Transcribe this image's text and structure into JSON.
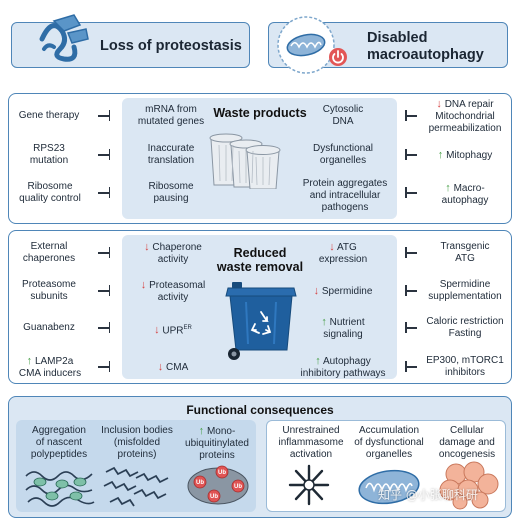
{
  "header": {
    "left_title": "Loss of proteostasis",
    "right_title_line1": "Disabled",
    "right_title_line2": "macroautophagy"
  },
  "waste_products": {
    "title": "Waste products",
    "center_items": [
      {
        "text_lines": [
          "mRNA from",
          "mutated genes"
        ]
      },
      {
        "text_lines": [
          "Inaccurate",
          "translation"
        ]
      },
      {
        "text_lines": [
          "Ribosome",
          "pausing"
        ]
      },
      {
        "text_lines": [
          "Cytosolic",
          "DNA"
        ]
      },
      {
        "text_lines": [
          "Dysfunctional",
          "organelles"
        ]
      },
      {
        "text_lines": [
          "Protein aggregates",
          "and intracellular",
          "pathogens"
        ]
      }
    ],
    "left_items": [
      {
        "text_lines": [
          "Gene therapy"
        ]
      },
      {
        "text_lines": [
          "RPS23",
          "mutation"
        ]
      },
      {
        "text_lines": [
          "Ribosome",
          "quality control"
        ]
      }
    ],
    "right_items": [
      {
        "arrow": "down",
        "text_lines": [
          "DNA repair",
          "Mitochondrial",
          "permeabilization"
        ]
      },
      {
        "arrow": "up",
        "text_lines": [
          "Mitophagy"
        ]
      },
      {
        "arrow": "up",
        "text_lines": [
          "Macro-",
          "autophagy"
        ]
      }
    ]
  },
  "reduced_removal": {
    "title_line1": "Reduced",
    "title_line2": "waste removal",
    "center_left": [
      {
        "arrow": "down",
        "text_lines": [
          "Chaperone",
          "activity"
        ]
      },
      {
        "arrow": "down",
        "text_lines": [
          "Proteasomal",
          "activity"
        ]
      },
      {
        "arrow": "down",
        "text_lines": [
          "UPR"
        ],
        "sup": "ER"
      },
      {
        "arrow": "down",
        "text_lines": [
          "CMA"
        ]
      }
    ],
    "center_right": [
      {
        "arrow": "down",
        "text_lines": [
          "ATG",
          "expression"
        ]
      },
      {
        "arrow": "down",
        "text_lines": [
          "Spermidine"
        ]
      },
      {
        "arrow": "up",
        "text_lines": [
          "Nutrient",
          "signaling"
        ]
      },
      {
        "arrow": "up",
        "text_lines": [
          "Autophagy",
          "inhibitory pathways"
        ]
      }
    ],
    "left_items": [
      {
        "text_lines": [
          "External",
          "chaperones"
        ]
      },
      {
        "text_lines": [
          "Proteasome",
          "subunits"
        ]
      },
      {
        "text_lines": [
          "Guanabenz"
        ]
      },
      {
        "arrow": "up",
        "text_lines": [
          "LAMP2a",
          "CMA inducers"
        ]
      }
    ],
    "right_items": [
      {
        "text_lines": [
          "Transgenic",
          "ATG"
        ]
      },
      {
        "text_lines": [
          "Spermidine",
          "supplementation"
        ]
      },
      {
        "text_lines": [
          "Caloric restriction",
          "Fasting"
        ]
      },
      {
        "text_lines": [
          "EP300, mTORC1",
          "inhibitors"
        ]
      }
    ]
  },
  "functional": {
    "title": "Functional consequences",
    "left_items": [
      {
        "text_lines": [
          "Aggregation",
          "of nascent",
          "polypeptides"
        ]
      },
      {
        "text_lines": [
          "Inclusion bodies",
          "(misfolded",
          "proteins)"
        ]
      },
      {
        "arrow": "up",
        "text_lines": [
          "Mono-",
          "ubiquitinylated",
          "proteins"
        ]
      }
    ],
    "right_items": [
      {
        "text_lines": [
          "Unrestrained",
          "inflammasome",
          "activation"
        ]
      },
      {
        "text_lines": [
          "Accumulation",
          "of dysfunctional",
          "organelles"
        ]
      },
      {
        "text_lines": [
          "Cellular",
          "damage and",
          "oncogenesis"
        ]
      }
    ],
    "ub_label": "Ub",
    "watermark": "知乎 @小张聊科研"
  },
  "icons": [
    "protein-ribbon-icon",
    "mitochondrion-icon",
    "power-icon",
    "trash-can-icon",
    "recycle-bin-icon",
    "inflammasome-icon",
    "cell-cluster-icon"
  ],
  "colors": {
    "panel_border": "#4f86b8",
    "panel_fill": "#dbe7f3",
    "inhibit_arrow_down": "#d64545",
    "activate_arrow_up": "#4aa04a",
    "bin_blue": "#1f5f9e"
  }
}
